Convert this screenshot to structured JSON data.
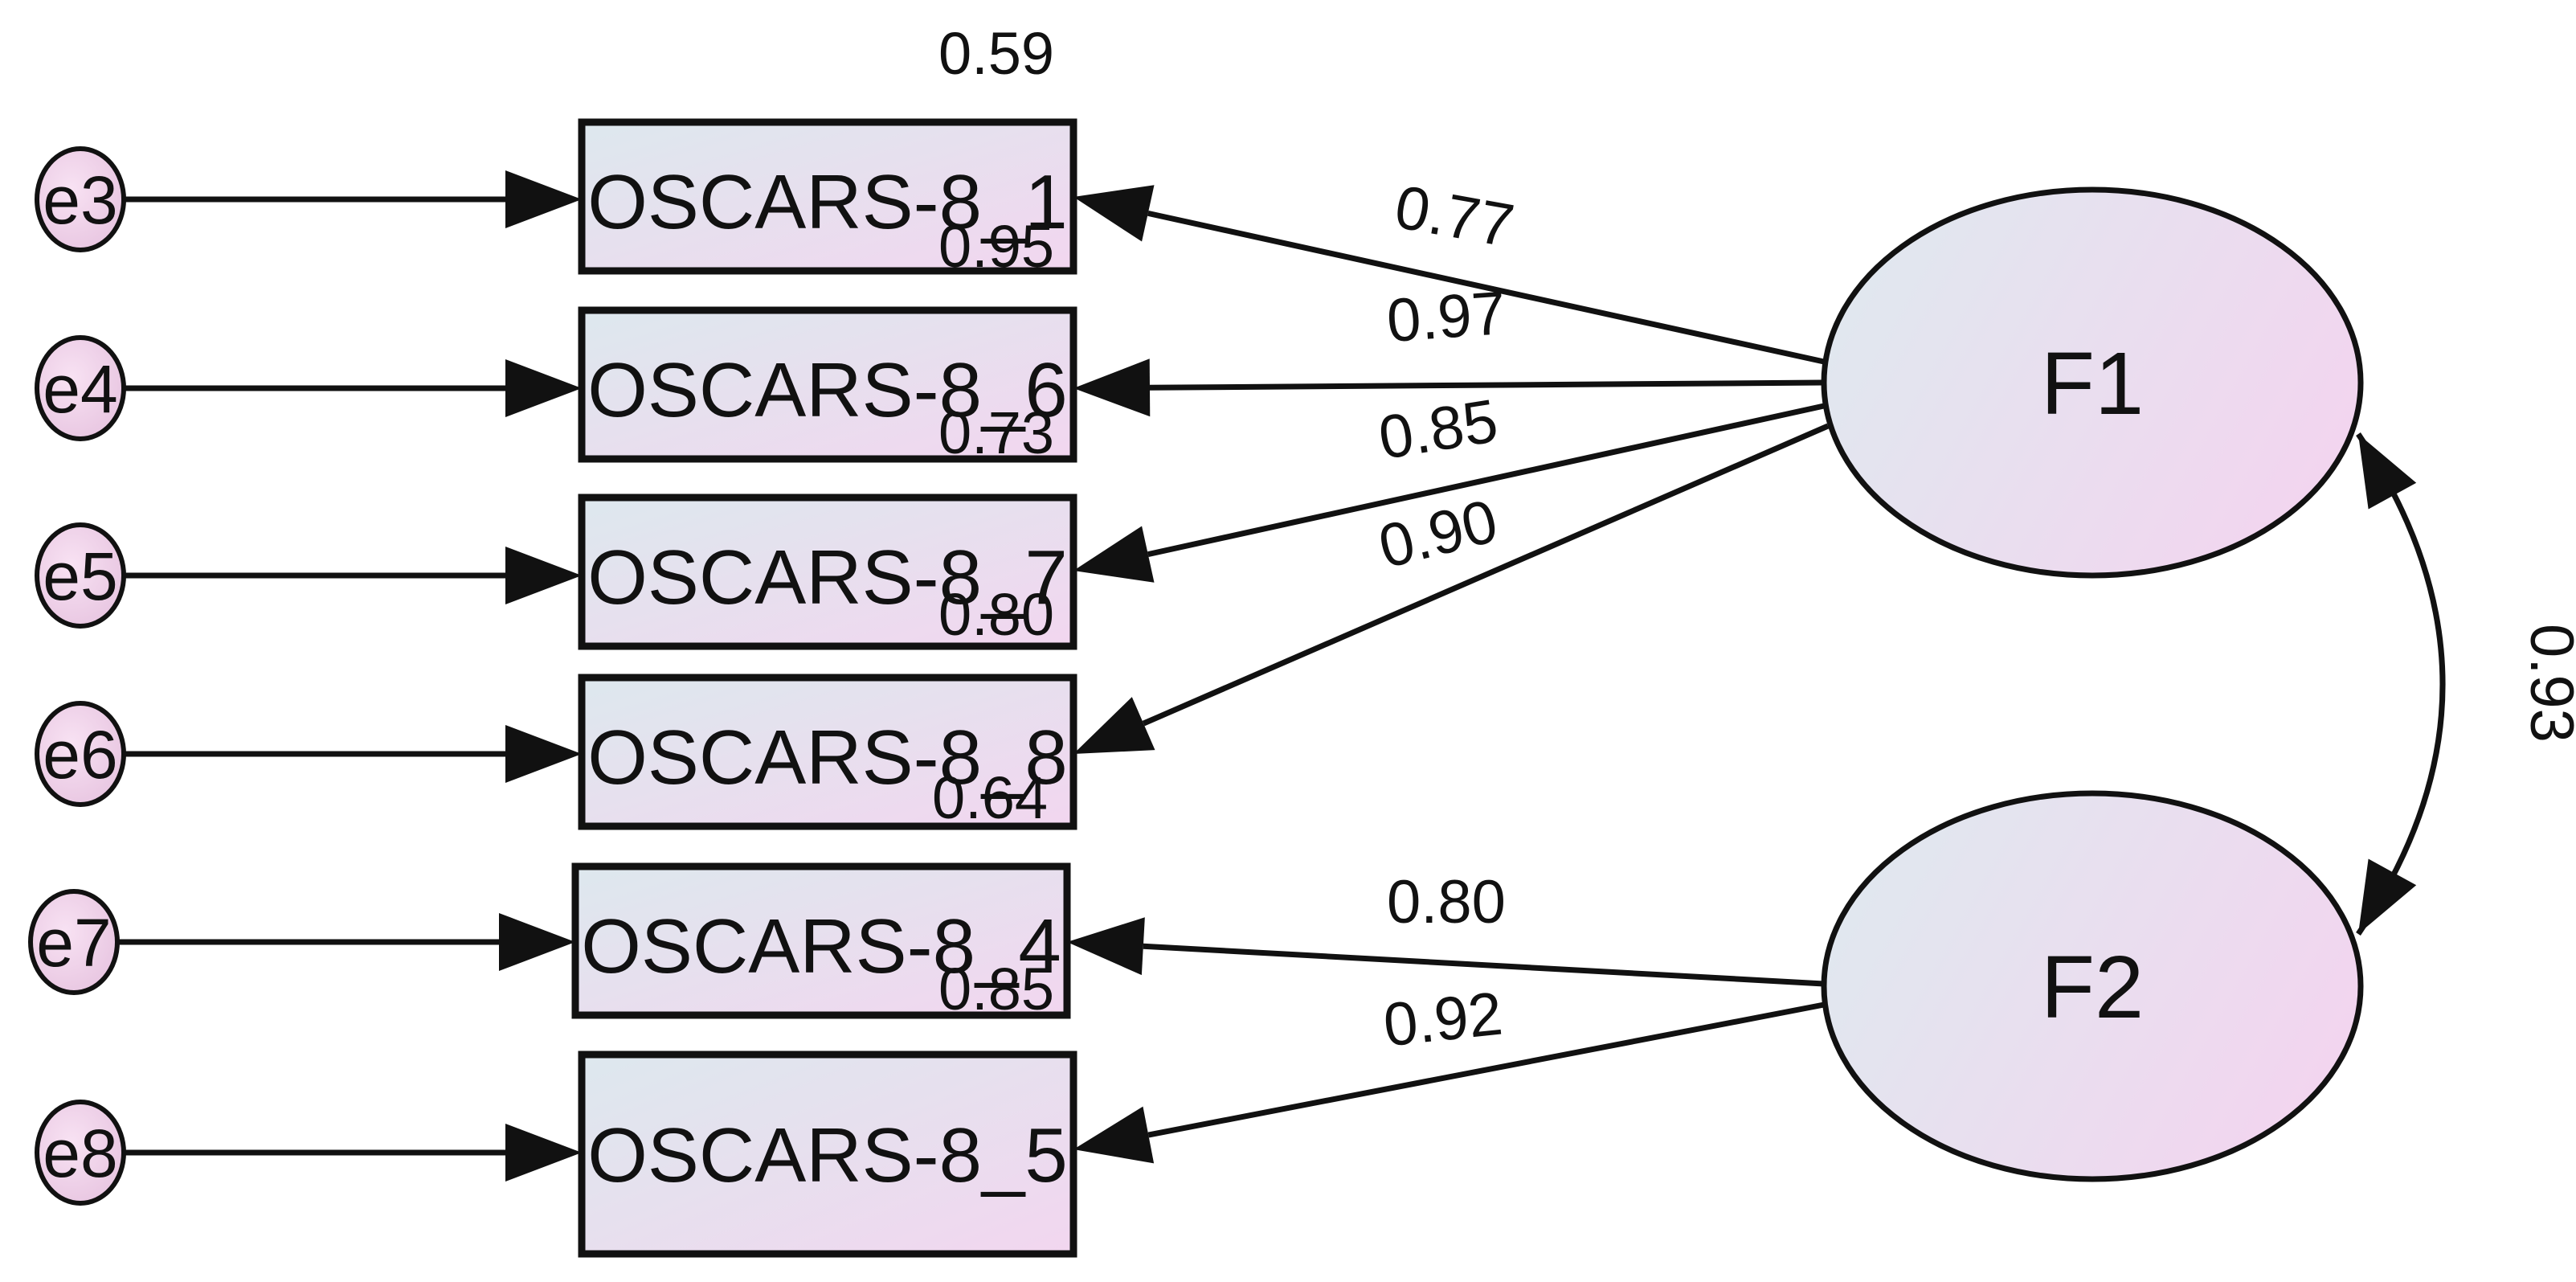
{
  "diagram": {
    "observed": [
      {
        "id": "o1",
        "label": "OSCARS-8_1",
        "r2": "0.59"
      },
      {
        "id": "o6",
        "label": "OSCARS-8_6",
        "r2": "0.95"
      },
      {
        "id": "o7",
        "label": "OSCARS-8_7",
        "r2": "0.73"
      },
      {
        "id": "o8",
        "label": "OSCARS-8_8",
        "r2": "0.80"
      },
      {
        "id": "o4",
        "label": "OSCARS-8_4",
        "r2": "0.64"
      },
      {
        "id": "o5",
        "label": "OSCARS-8_5",
        "r2": "0.85"
      }
    ],
    "errors": [
      {
        "id": "e3",
        "label": "e3",
        "target": "o1"
      },
      {
        "id": "e4",
        "label": "e4",
        "target": "o6"
      },
      {
        "id": "e5",
        "label": "e5",
        "target": "o7"
      },
      {
        "id": "e6",
        "label": "e6",
        "target": "o8"
      },
      {
        "id": "e7",
        "label": "e7",
        "target": "o4"
      },
      {
        "id": "e8",
        "label": "e8",
        "target": "o5"
      }
    ],
    "latent": [
      {
        "id": "F1",
        "label": "F1"
      },
      {
        "id": "F2",
        "label": "F2"
      }
    ],
    "loadings": [
      {
        "from": "F1",
        "to": "o1",
        "value": "0.77"
      },
      {
        "from": "F1",
        "to": "o6",
        "value": "0.97"
      },
      {
        "from": "F1",
        "to": "o7",
        "value": "0.85"
      },
      {
        "from": "F1",
        "to": "o8",
        "value": "0.90"
      },
      {
        "from": "F2",
        "to": "o4",
        "value": "0.80"
      },
      {
        "from": "F2",
        "to": "o5",
        "value": "0.92"
      }
    ],
    "correlation": {
      "from": "F1",
      "to": "F2",
      "value": "0.93"
    },
    "colors": {
      "stroke": "#111111",
      "fill_left": "#dde8ee",
      "fill_right": "#f2d6ef"
    }
  }
}
